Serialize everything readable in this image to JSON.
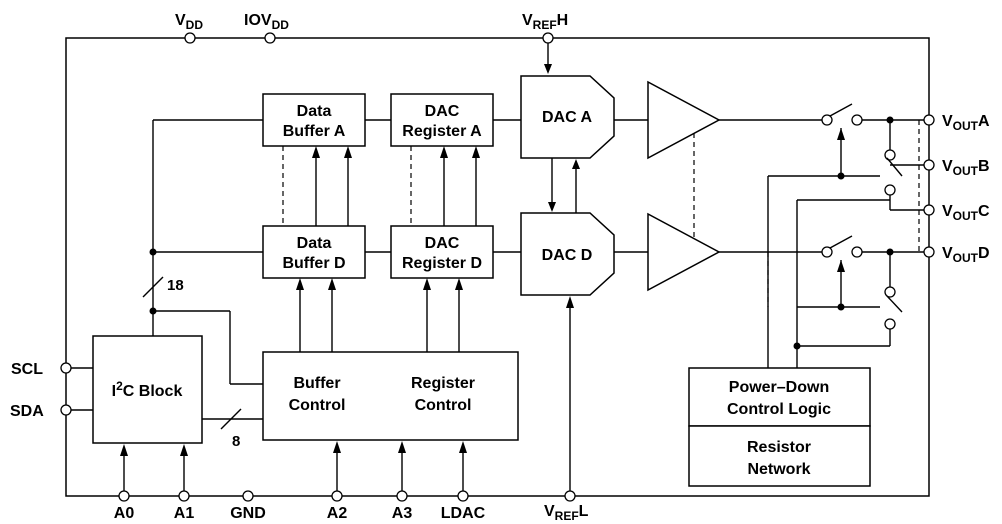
{
  "pins": {
    "vdd": {
      "main": "V",
      "sub": "DD"
    },
    "iovdd": {
      "main": "IOV",
      "sub": "DD"
    },
    "vrefh": {
      "main": "V",
      "sub": "REF",
      "tail": "H"
    },
    "vrefl": {
      "main": "V",
      "sub": "REF",
      "tail": "L"
    },
    "vouta": {
      "main": "V",
      "sub": "OUT",
      "tail": "A"
    },
    "voutb": {
      "main": "V",
      "sub": "OUT",
      "tail": "B"
    },
    "voutc": {
      "main": "V",
      "sub": "OUT",
      "tail": "C"
    },
    "voutd": {
      "main": "V",
      "sub": "OUT",
      "tail": "D"
    },
    "scl": "SCL",
    "sda": "SDA",
    "a0": "A0",
    "a1": "A1",
    "gnd": "GND",
    "a2": "A2",
    "a3": "A3",
    "ldac": "LDAC"
  },
  "blocks": {
    "data_buffer_a": [
      "Data",
      "Buffer A"
    ],
    "dac_register_a": [
      "DAC",
      "Register A"
    ],
    "data_buffer_d": [
      "Data",
      "Buffer D"
    ],
    "dac_register_d": [
      "DAC",
      "Register D"
    ],
    "dac_a": "DAC A",
    "dac_d": "DAC D",
    "i2c_block": {
      "pre": "I",
      "sup": "2",
      "post": "C Block"
    },
    "buffer_control": [
      "Buffer",
      "Control"
    ],
    "register_control": [
      "Register",
      "Control"
    ],
    "power_down": [
      "Power–Down",
      "Control Logic"
    ],
    "resistor_network": [
      "Resistor",
      "Network"
    ]
  },
  "bus_widths": {
    "internal": "18",
    "i2c_to_control": "8"
  }
}
